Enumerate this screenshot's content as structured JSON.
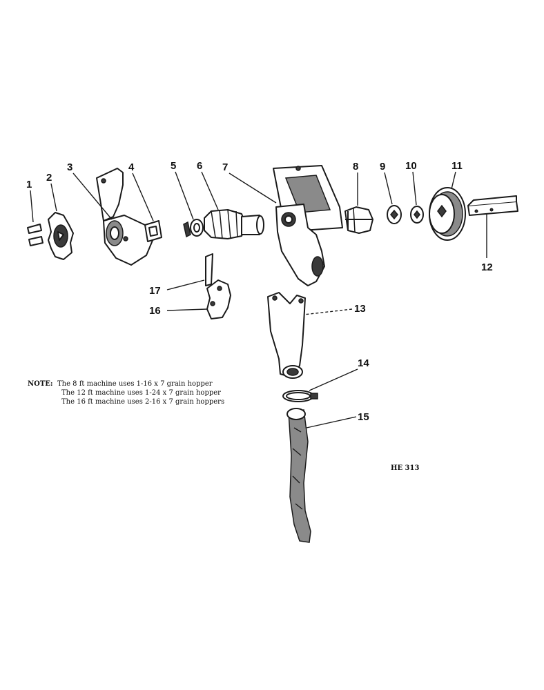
{
  "callouts": {
    "c1": "1",
    "c2": "2",
    "c3": "3",
    "c4": "4",
    "c5": "5",
    "c6": "6",
    "c7": "7",
    "c8": "8",
    "c9": "9",
    "c10": "10",
    "c11": "11",
    "c12": "12",
    "c13": "13",
    "c14": "14",
    "c15": "15",
    "c16": "16",
    "c17": "17"
  },
  "note": {
    "label": "NOTE:",
    "lines": [
      "The 8 ft machine uses 1-16 x 7 grain hopper",
      "The 12 ft machine uses 1-24 x 7 grain hopper",
      "The 16 ft machine uses 2-16 x 7 grain hoppers"
    ]
  },
  "figure_code": "HE 313"
}
